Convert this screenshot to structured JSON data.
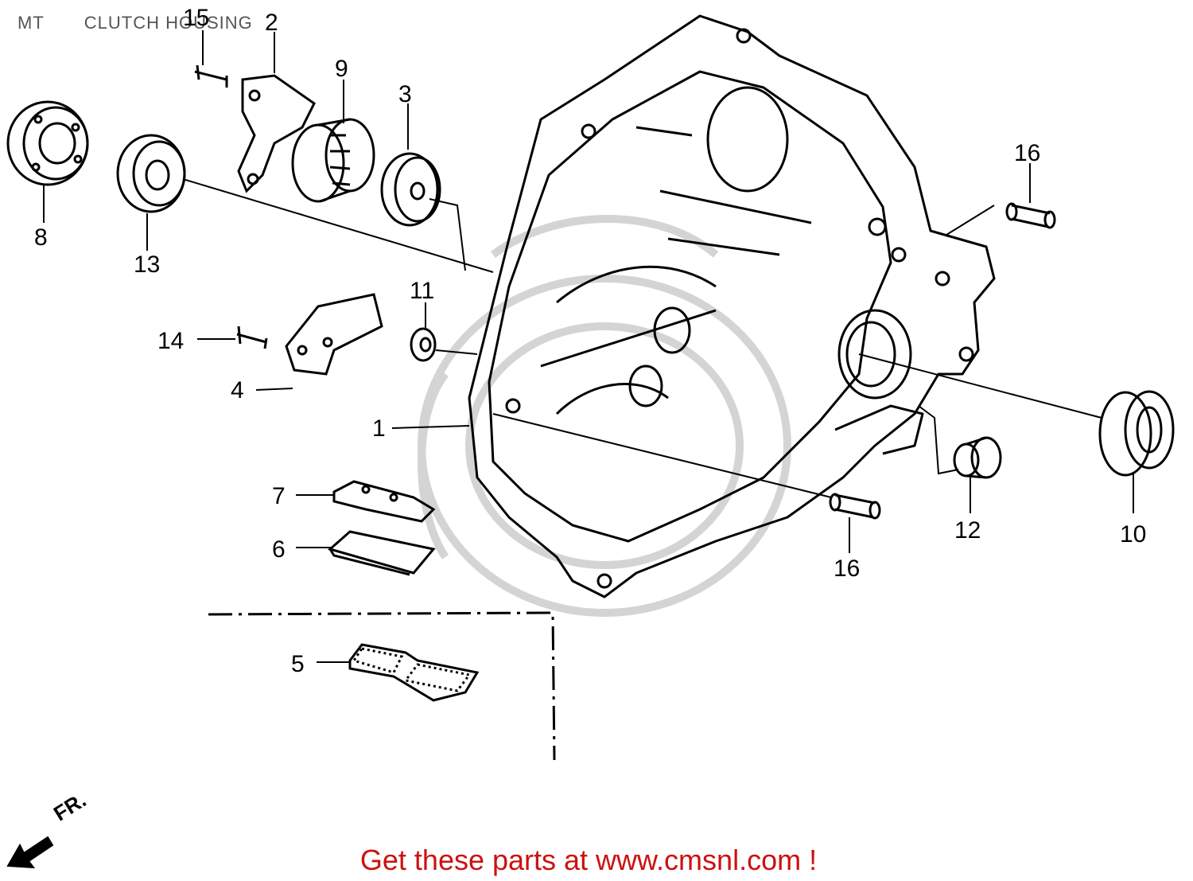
{
  "header": {
    "model": "MT",
    "section": "CLUTCH HOUSING"
  },
  "callouts": {
    "c1": "1",
    "c2": "2",
    "c3": "3",
    "c4": "4",
    "c5": "5",
    "c6": "6",
    "c7": "7",
    "c8": "8",
    "c9": "9",
    "c10": "10",
    "c11": "11",
    "c12": "12",
    "c13": "13",
    "c14": "14",
    "c15": "15",
    "c16a": "16",
    "c16b": "16"
  },
  "direction_marker": "FR.",
  "footer": {
    "link_text": "Get these parts at www.cmsnl.com !"
  },
  "colors": {
    "line": "#000000",
    "watermark": "#cfcfcf",
    "footer": "#cc1111",
    "header": "#555555"
  }
}
